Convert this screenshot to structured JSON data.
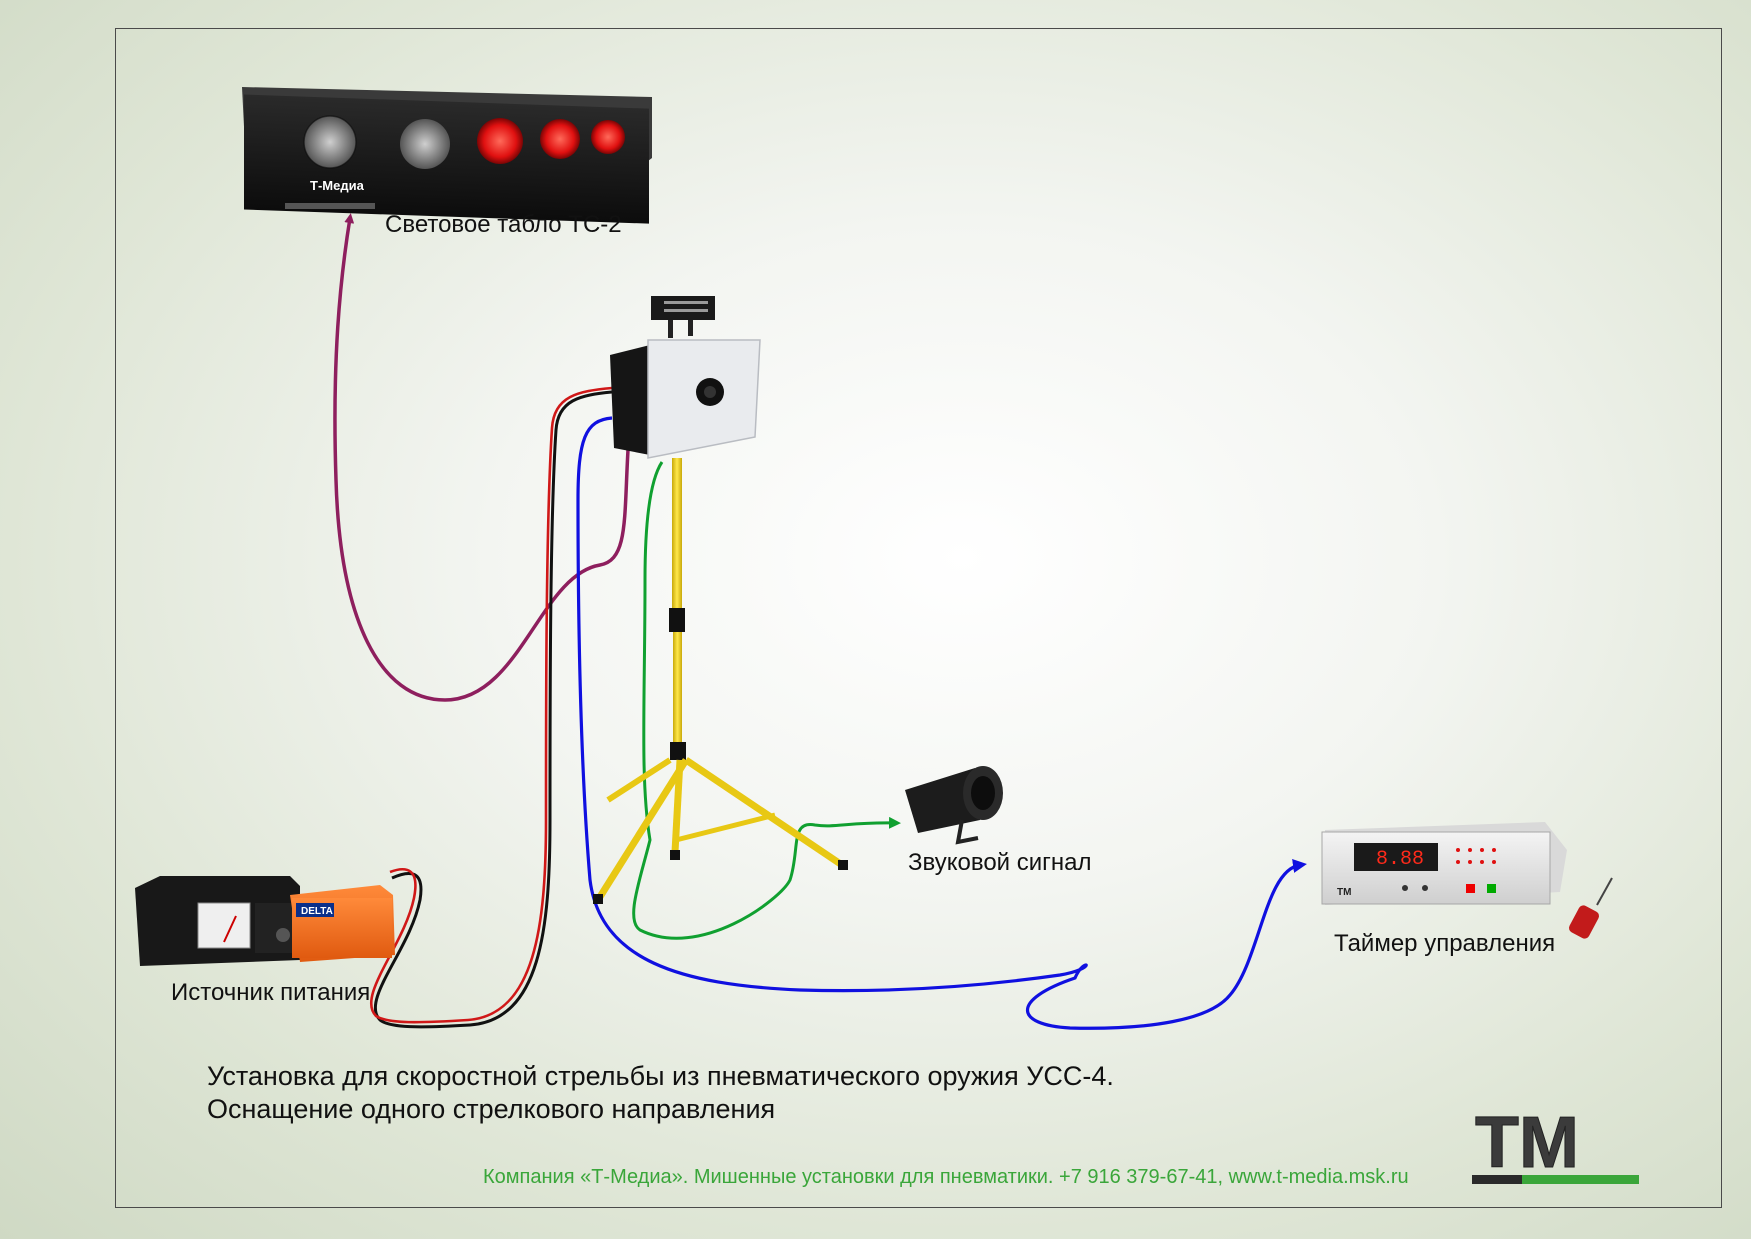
{
  "labels": {
    "light_board": "Световое табло ТС-2",
    "sound_signal": "Звуковой сигнал",
    "control_timer": "Таймер управления",
    "power_source": "Источник питания"
  },
  "device_text": {
    "board_brand": "Т-Медиа",
    "timer_display": "8.88",
    "battery_brand": "DELTA"
  },
  "title": {
    "line1": "Установка для скоростной стрельбы из пневматического оружия УСС-4.",
    "line2": "Оснащение одного стрелкового направления"
  },
  "footer": {
    "text": "Компания «Т-Медиа». Мишенные установки для пневматики. +7 916 379-67-41,  www.t-media.msk.ru"
  },
  "logo": {
    "text": "ТМ"
  },
  "colors": {
    "cable_purple": "#8e1f5e",
    "cable_blue": "#1010e0",
    "cable_green": "#10a030",
    "cable_red": "#d01818",
    "cable_black": "#111111",
    "tripod_yellow": "#f2d21a",
    "footer_green": "#3aa63a",
    "led_red": "#e01010"
  }
}
